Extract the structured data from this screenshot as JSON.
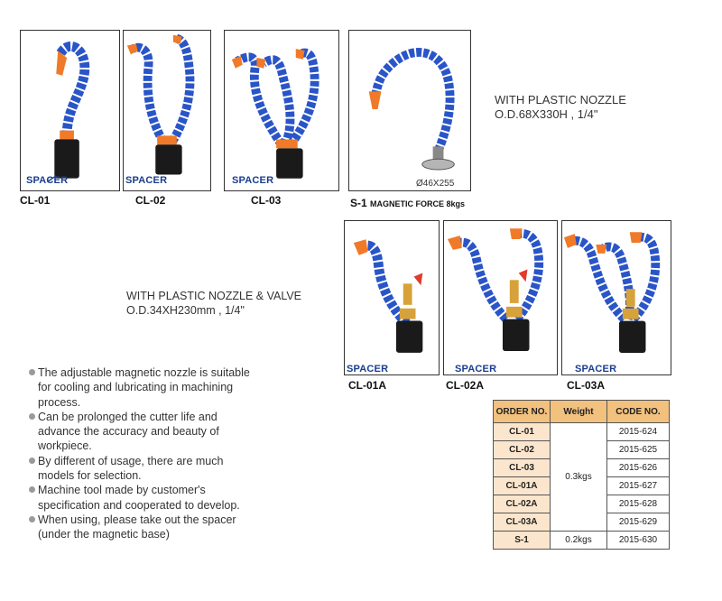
{
  "products_top": [
    {
      "model": "CL-01",
      "spacer": "SPACER"
    },
    {
      "model": "CL-02",
      "spacer": "SPACER"
    },
    {
      "model": "CL-03",
      "spacer": "SPACER"
    }
  ],
  "s1": {
    "model": "S-1",
    "caption": "MAGNETIC FORCE 8kgs",
    "dimension": "Ø46X255"
  },
  "spec_top": {
    "line1": "WITH PLASTIC NOZZLE",
    "line2": "O.D.68X330H , 1/4\""
  },
  "spec_valve": {
    "line1": "WITH PLASTIC NOZZLE & VALVE",
    "line2": "O.D.34XH230mm , 1/4\""
  },
  "products_valve": [
    {
      "model": "CL-01A",
      "spacer": "SPACER"
    },
    {
      "model": "CL-02A",
      "spacer": "SPACER"
    },
    {
      "model": "CL-03A",
      "spacer": "SPACER"
    }
  ],
  "features": [
    "The adjustable magnetic nozzle is suitable for cooling and lubricating in machining process.",
    "Can be prolonged the cutter life and advance the accuracy and beauty of workpiece.",
    "By different of usage, there are much models for selection.",
    "Machine tool made by customer's specification and cooperated to develop.",
    "When using, please take out the spacer (under the magnetic base)"
  ],
  "table": {
    "headers": {
      "order": "ORDER NO.",
      "weight": "Weight",
      "code": "CODE  NO."
    },
    "rows": [
      {
        "order": "CL-01",
        "code": "2015-624"
      },
      {
        "order": "CL-02",
        "code": "2015-625"
      },
      {
        "order": "CL-03",
        "code": "2015-626"
      },
      {
        "order": "CL-01A",
        "code": "2015-627"
      },
      {
        "order": "CL-02A",
        "code": "2015-628"
      },
      {
        "order": "CL-03A",
        "code": "2015-629"
      },
      {
        "order": "S-1",
        "code": "2015-630"
      }
    ],
    "weight_group": "0.3kgs",
    "weight_s1": "0.2kgs"
  },
  "colors": {
    "hose": "#2a55c8",
    "nozzle": "#f07a28",
    "base": "#1a1a1a",
    "header_bg": "#f2c17e",
    "order_bg": "#fbe6cd"
  }
}
